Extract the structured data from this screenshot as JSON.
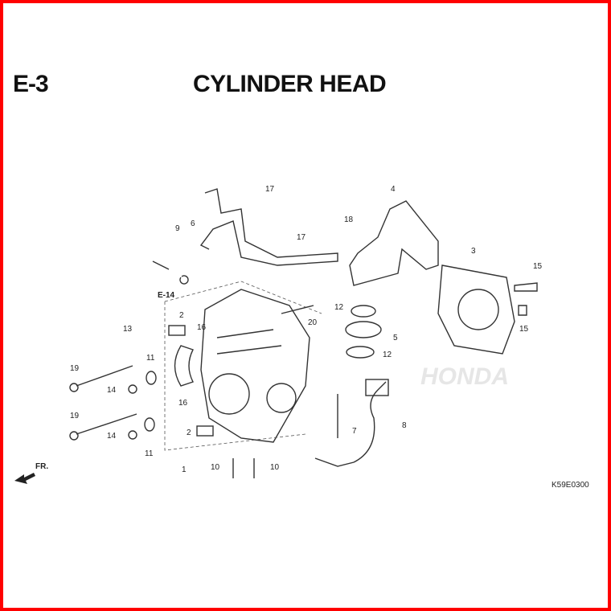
{
  "header": {
    "section": "E-3",
    "title": "CYLINDER HEAD"
  },
  "watermark": "HONDA",
  "colors": {
    "frame": "#ff0000",
    "ink": "#222222"
  },
  "callouts": [
    {
      "label": "17"
    },
    {
      "label": "4"
    },
    {
      "label": "18"
    },
    {
      "label": "6"
    },
    {
      "label": "17"
    },
    {
      "label": "9"
    },
    {
      "label": "3"
    },
    {
      "label": "15"
    },
    {
      "label": "E-14"
    },
    {
      "label": "12"
    },
    {
      "label": "2"
    },
    {
      "label": "13"
    },
    {
      "label": "16"
    },
    {
      "label": "20"
    },
    {
      "label": "5"
    },
    {
      "label": "15"
    },
    {
      "label": "12"
    },
    {
      "label": "11"
    },
    {
      "label": "19"
    },
    {
      "label": "14"
    },
    {
      "label": "16"
    },
    {
      "label": "8"
    },
    {
      "label": "19"
    },
    {
      "label": "7"
    },
    {
      "label": "2"
    },
    {
      "label": "14"
    },
    {
      "label": "11"
    },
    {
      "label": "1"
    },
    {
      "label": "10"
    },
    {
      "label": "10"
    }
  ],
  "front_marker": "FR.",
  "diagram_code": "K59E0300"
}
